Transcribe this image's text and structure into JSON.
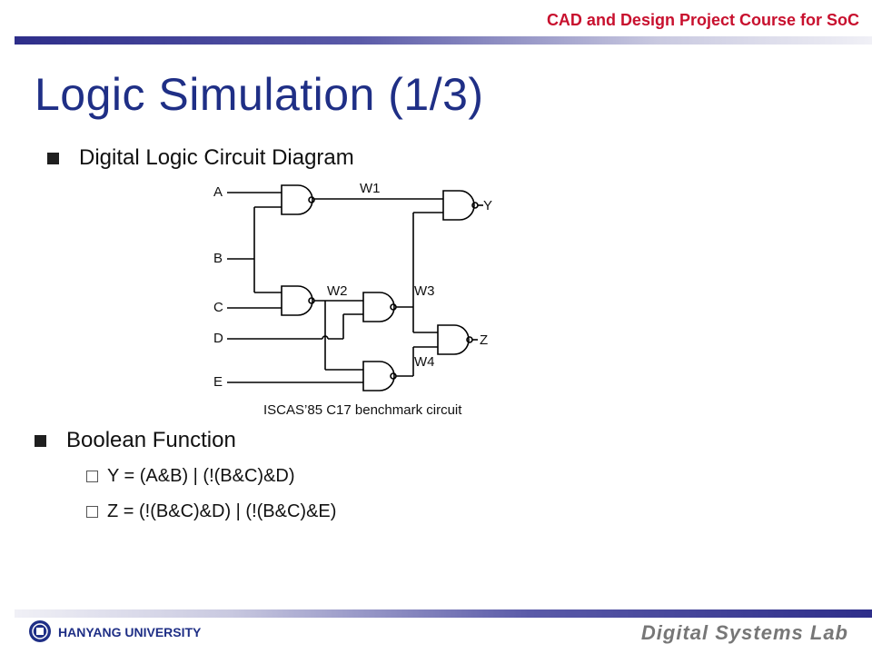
{
  "header": {
    "course_title": "CAD and Design Project Course for SoC"
  },
  "slide": {
    "title": "Logic Simulation (1/3)",
    "bullet1": "Digital Logic Circuit Diagram",
    "bullet2": "Boolean Function",
    "functions": [
      "Y = (A&B) | (!(B&C)&D)",
      "Z = (!(B&C)&D) | (!(B&C)&E)"
    ]
  },
  "diagram": {
    "inputs": [
      "A",
      "B",
      "C",
      "D",
      "E"
    ],
    "outputs": [
      "Y",
      "Z"
    ],
    "wires": [
      "W1",
      "W2",
      "W3",
      "W4"
    ],
    "caption": "ISCAS’85 C17 benchmark circuit"
  },
  "footer": {
    "university": "HANYANG UNIVERSITY",
    "lab": "Digital Systems Lab"
  },
  "colors": {
    "course_title": "#c8102e",
    "slide_title": "#1f2f86",
    "bar_dark": "#2e2e8a"
  }
}
